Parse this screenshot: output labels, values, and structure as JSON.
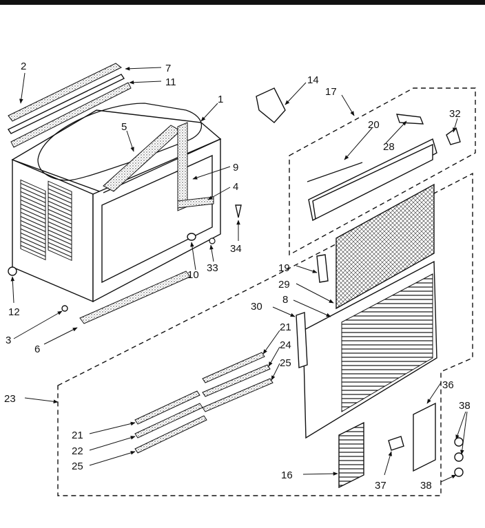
{
  "part_numbers": {
    "p1": "1",
    "p2": "2",
    "p3": "3",
    "p4": "4",
    "p5": "5",
    "p6": "6",
    "p7": "7",
    "p8": "8",
    "p9": "9",
    "p10": "10",
    "p11": "11",
    "p12": "12",
    "p14": "14",
    "p16": "16",
    "p17": "17",
    "p19": "19",
    "p20": "20",
    "p21a": "21",
    "p21b": "21",
    "p22": "22",
    "p23": "23",
    "p24": "24",
    "p25a": "25",
    "p25b": "25",
    "p28": "28",
    "p29": "29",
    "p30": "30",
    "p32": "32",
    "p33": "33",
    "p34": "34",
    "p36": "36",
    "p37": "37",
    "p38a": "38",
    "p38b": "38"
  }
}
